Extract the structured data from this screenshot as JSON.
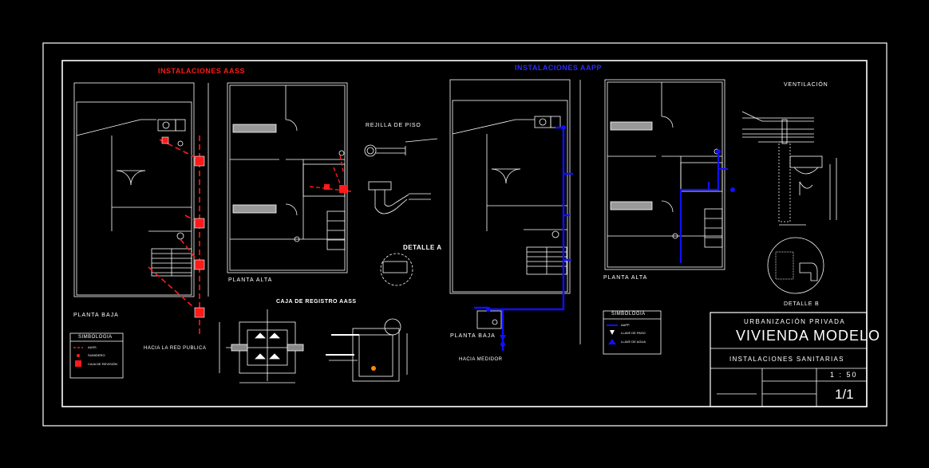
{
  "aass_section": {
    "title": "INSTALACIONES AASS",
    "planta_baja": "PLANTA BAJA",
    "planta_alta": "PLANTA ALTA",
    "hacia_red": "HACIA LA RED PUBLICA",
    "rejilla": "REJILLA DE PISO",
    "detalle_a": "DETALLE A",
    "caja_registro": "CAJA DE REGISTRO AASS",
    "legend": {
      "title": "SIMBOLOGIA",
      "items": [
        "AASS",
        "SUMIDERO",
        "CAJA DE REVISIÓN"
      ]
    }
  },
  "aapp_section": {
    "title": "INSTALACIONES AAPP",
    "planta_baja": "PLANTA BAJA",
    "planta_alta": "PLANTA ALTA",
    "hacia_medidor": "HACIA MEDIDOR",
    "ventilacion": "VENTILACIÓN",
    "detalle_b": "DETALLE B",
    "legend": {
      "title": "SIMBOLOGIA",
      "items": [
        "AAPP",
        "LLAVE DE PASO",
        "LLAVE DE AGUA"
      ]
    }
  },
  "title_block": {
    "project": "URBANIZACIÓN PRIVADA",
    "name": "VIVIENDA MODELO",
    "subject": "INSTALACIONES SANITARIAS",
    "scale": "1 : 50",
    "sheet": "1/1"
  },
  "colors": {
    "background": "#000000",
    "lines": "#ffffff",
    "aass": "#ff0000",
    "aapp": "#0000ff"
  }
}
